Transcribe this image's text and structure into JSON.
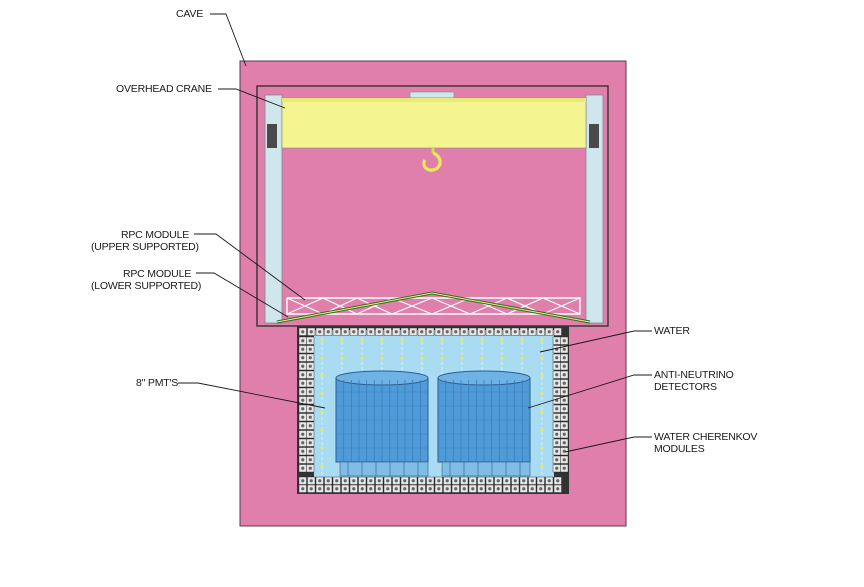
{
  "labels": {
    "cave": "CAVE",
    "crane": "OVERHEAD CRANE",
    "rpc_upper_1": "RPC MODULE",
    "rpc_upper_2": "(UPPER SUPPORTED)",
    "rpc_lower_1": "RPC MODULE",
    "rpc_lower_2": "(LOWER SUPPORTED)",
    "pmts": "8\" PMT'S",
    "water": "WATER",
    "anti_1": "ANTI-NEUTRINO",
    "anti_2": "DETECTORS",
    "wc_1": "WATER CHERENKOV",
    "wc_2": "MODULES"
  },
  "colors": {
    "cave": "#e07fab",
    "crane_beam": "#f4f590",
    "hook": "#e8e85a",
    "crane_post": "#cfe6ec",
    "water": "#a9dcf2",
    "detector": "#4f9bd8",
    "module_block": "#e6e6e6",
    "truss": "#2e6e2e"
  },
  "icons": {
    "hook": "crane-hook-icon",
    "pmt": "pmt-icon"
  }
}
